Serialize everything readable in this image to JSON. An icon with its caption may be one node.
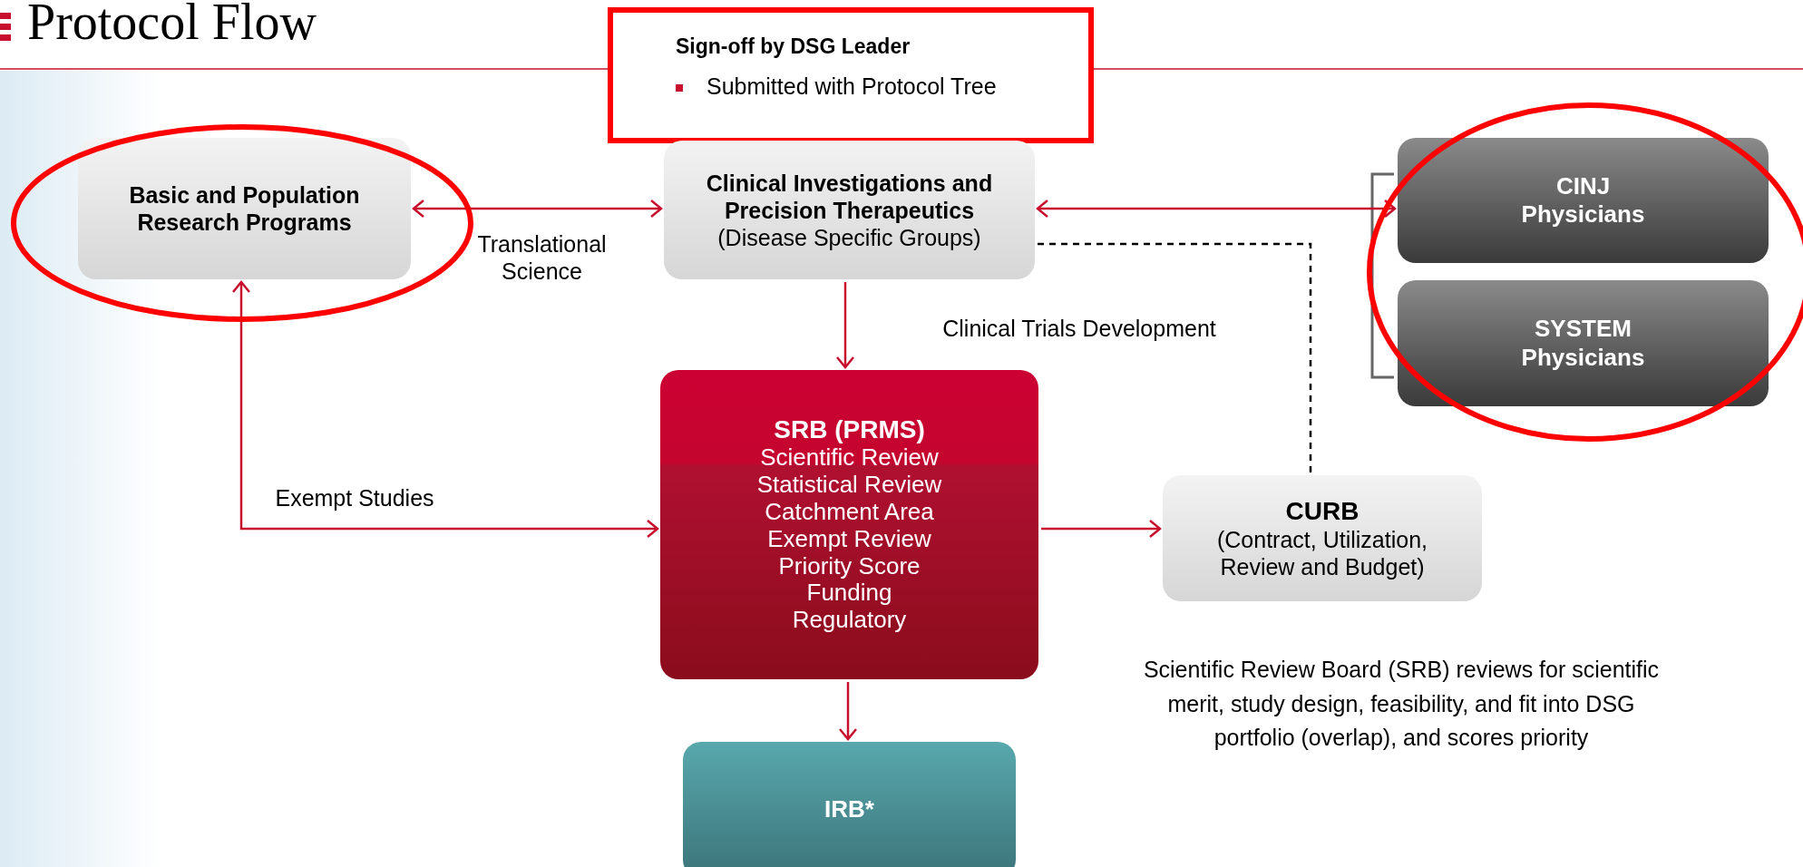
{
  "diagram": {
    "title": "Protocol Flow",
    "nodes": [
      {
        "text": [
          "Sign-off by DSG Leader",
          "Submitted with Protocol Tree"
        ]
      },
      {
        "text": [
          "Basic and Population Research Programs"
        ]
      },
      {
        "text": [
          "Clinical Investigations and Precision Therapeutics",
          "(Disease Specific Groups)"
        ]
      },
      {
        "text": [
          "CINJ Physicians"
        ]
      },
      {
        "text": [
          "SYSTEM Physicians"
        ]
      },
      {
        "text": [
          "SRB (PRMS)",
          "Scientific Review",
          "Statistical Review",
          "Catchment Area",
          "Exempt Review",
          "Priority Score",
          "Funding",
          "Regulatory"
        ]
      },
      {
        "text": [
          "CURB",
          "(Contract, Utilization, Review and Budget)"
        ]
      },
      {
        "text": [
          "IRB*"
        ]
      }
    ],
    "edges": [
      {
        "from": 1,
        "to": 2,
        "arrow": "both",
        "label": "Translational Science"
      },
      {
        "from": 2,
        "to": 3,
        "arrow": "both"
      },
      {
        "from": 2,
        "to": 5,
        "arrow": "to"
      },
      {
        "from": 2,
        "to": 6,
        "arrow": "none",
        "style": "dashed",
        "color": "#000000"
      },
      {
        "from": 1,
        "to": 5,
        "arrow": "both",
        "label": "Exempt Studies"
      },
      {
        "from": 5,
        "to": 6,
        "arrow": "to"
      },
      {
        "from": 5,
        "to": 7,
        "arrow": "to"
      }
    ],
    "labels": [
      "Clinical Trials Development",
      "Scientific Review Board (SRB) reviews for scientific merit, study design, feasibility, and fit into DSG portfolio (overlap), and scores priority"
    ]
  }
}
